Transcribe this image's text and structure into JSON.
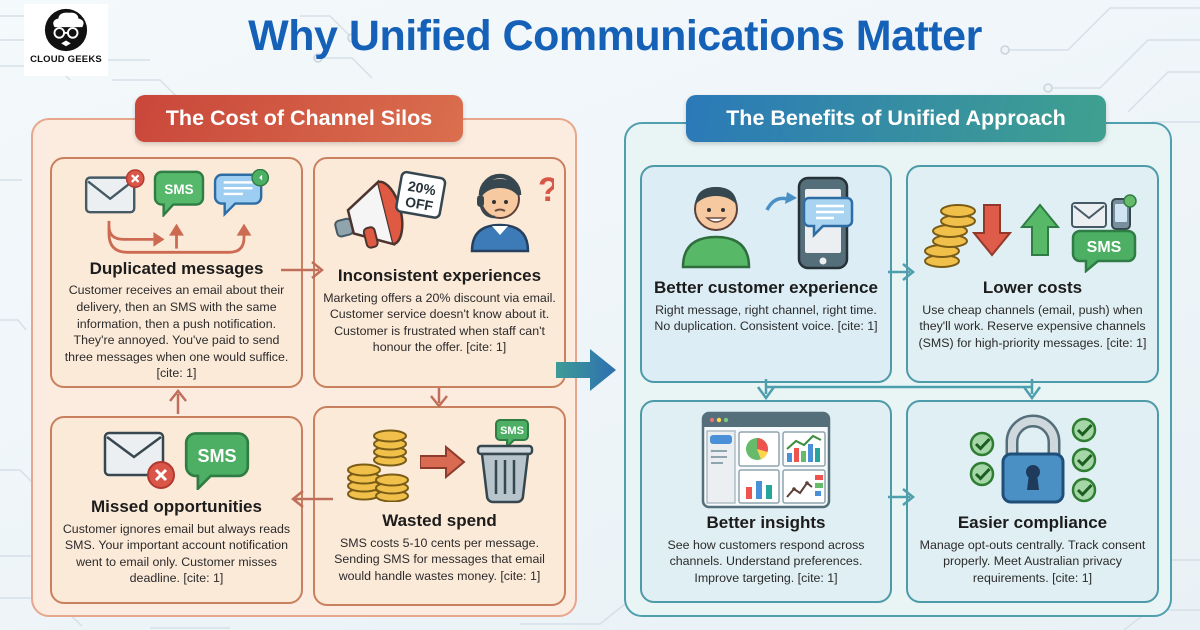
{
  "page": {
    "title": "Why Unified Communications Matter",
    "logo": {
      "text": "CLOUD GEEKS",
      "icon": "cloud-geeks-logo-icon"
    },
    "flow_icon": "flow-arrow-icon"
  },
  "colors": {
    "title_blue": "#1661b8",
    "silos_red": "#cc4a3c",
    "benefits_blue": "#2b79b8",
    "benefits_teal": "#3fa18f",
    "silos_connector": "#c0705a",
    "benefits_connector": "#4d9fae"
  },
  "left_panel": {
    "header": "The Cost of Channel Silos",
    "cards": [
      {
        "title": "Duplicated messages",
        "body": "Customer receives an email about their delivery, then an SMS with the same information, then a push notification. They're annoyed. You've paid to send three messages when one would suffice. [cite: 1]",
        "icons": [
          "email-error-icon",
          "sms-bubble-icon",
          "push-notification-icon",
          "duplicate-arrows-icon"
        ],
        "sms_label": "SMS"
      },
      {
        "title": "Inconsistent experiences",
        "body": "Marketing offers a 20% discount via email. Customer service doesn't know about it. Customer is frustrated when staff can't honour the offer. [cite: 1]",
        "icons": [
          "megaphone-icon",
          "discount-tag-icon",
          "support-agent-icon",
          "question-mark-icon"
        ],
        "offer_line1": "20%",
        "offer_line2": "OFF",
        "question_mark": "?"
      },
      {
        "title": "Missed opportunities",
        "body": "Customer ignores email but always reads SMS. Your important account notification went to email only. Customer misses deadline. [cite: 1]",
        "icons": [
          "email-error-icon",
          "sms-bubble-icon"
        ],
        "sms_label": "SMS"
      },
      {
        "title": "Wasted spend",
        "body": "SMS costs 5-10 cents per message. Sending SMS for messages that email would handle wastes money. [cite: 1]",
        "icons": [
          "coins-icon",
          "arrow-right-icon",
          "trash-bin-icon",
          "sms-bubble-icon"
        ],
        "sms_label": "SMS"
      }
    ]
  },
  "right_panel": {
    "header": "The Benefits of Unified Approach",
    "cards": [
      {
        "title": "Better customer experience",
        "body": "Right message, right channel, right time. No duplication. Consistent voice. [cite: 1]",
        "icons": [
          "customer-avatar-icon",
          "send-arrow-icon",
          "phone-chat-icon"
        ]
      },
      {
        "title": "Lower costs",
        "body": "Use cheap channels (email, push) when they'll work. Reserve expensive channels (SMS) for high-priority messages. [cite: 1]",
        "icons": [
          "coins-icon",
          "arrow-down-icon",
          "arrow-up-icon",
          "email-icon",
          "phone-icon",
          "sms-bubble-icon"
        ],
        "sms_label": "SMS"
      },
      {
        "title": "Better insights",
        "body": "See how customers respond across channels. Understand preferences. Improve targeting. [cite: 1]",
        "icons": [
          "analytics-dashboard-icon"
        ]
      },
      {
        "title": "Easier compliance",
        "body": "Manage opt-outs centrally. Track consent properly. Meet Australian privacy requirements. [cite: 1]",
        "icons": [
          "padlock-icon",
          "check-circle-icon"
        ]
      }
    ]
  }
}
